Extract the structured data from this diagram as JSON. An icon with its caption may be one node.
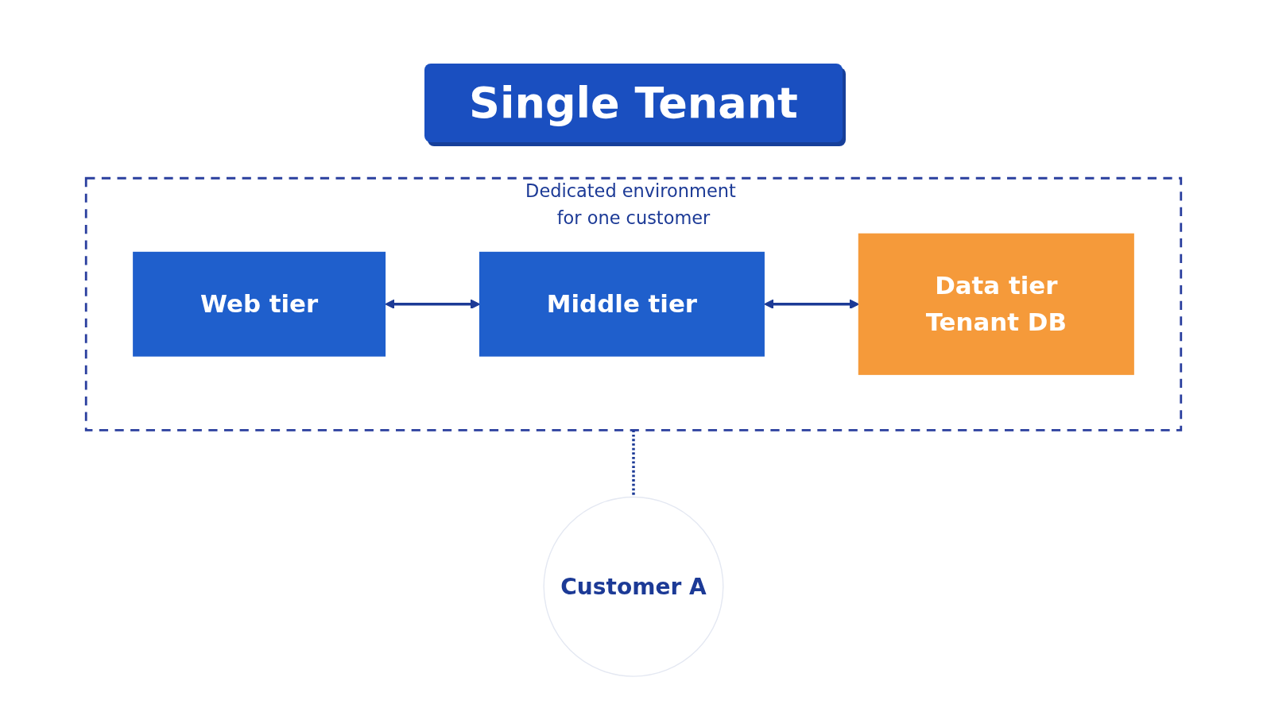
{
  "diagram": {
    "title": "Single Tenant",
    "nodes": [
      {
        "text": [
          "Dedicated environment for one customer"
        ]
      },
      {
        "text": [
          "Web tier"
        ],
        "in": 0
      },
      {
        "text": [
          "Middle tier"
        ],
        "in": 0
      },
      {
        "text": [
          "Data tier",
          "Tenant DB"
        ],
        "in": 0
      },
      {
        "text": [
          "Customer A"
        ]
      }
    ],
    "edges": [
      {
        "from": 1,
        "to": 2,
        "arrow": "both"
      },
      {
        "from": 2,
        "to": 3,
        "arrow": "both"
      },
      {
        "from": 0,
        "to": 4,
        "arrow": "none",
        "style": "dashed"
      }
    ]
  }
}
